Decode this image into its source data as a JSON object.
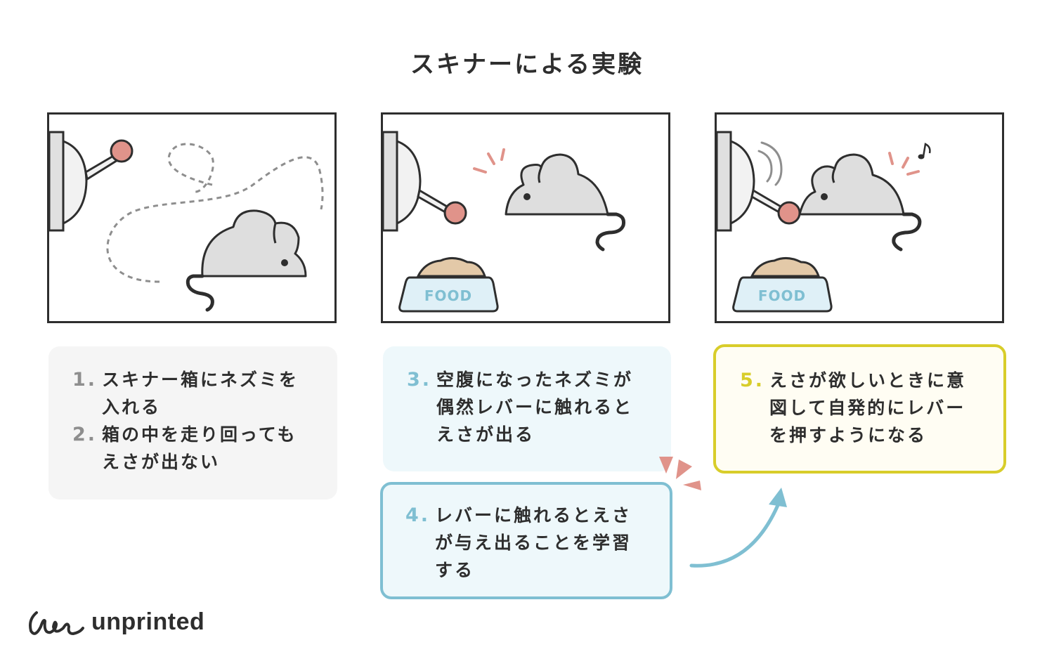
{
  "title": "スキナーによる実験",
  "panels": [
    {
      "id": "panel-1",
      "scene": "mouse wandering, not touching lever"
    },
    {
      "id": "panel-2",
      "scene": "mouse notices lever, food bowl present",
      "food_label": "FOOD"
    },
    {
      "id": "panel-3",
      "scene": "mouse presses lever, sound and music note",
      "food_label": "FOOD"
    }
  ],
  "cards": [
    {
      "items": [
        {
          "num": "1.",
          "text": "スキナー箱にネズミを入れる"
        },
        {
          "num": "2.",
          "text": "箱の中を走り回ってもえさが出ない"
        }
      ]
    },
    {
      "items": [
        {
          "num": "3.",
          "text": "空腹になったネズミが偶然レバーに触れるとえさが出る"
        }
      ]
    },
    {
      "items": [
        {
          "num": "4.",
          "text": "レバーに触れるとえさが与え出ることを学習する"
        }
      ]
    },
    {
      "items": [
        {
          "num": "5.",
          "text": "えさが欲しいときに意図して自発的にレバーを押すようになる"
        }
      ]
    }
  ],
  "logo": {
    "text": "unprinted"
  },
  "colors": {
    "ink": "#2e2e2e",
    "lever_ball": "#e0938a",
    "accent_blue": "#7fbfd2",
    "accent_yellow": "#d8cd2a",
    "mouse_fill": "#dedede",
    "food": "#e3c9a8",
    "bowl": "#dff0f7"
  }
}
